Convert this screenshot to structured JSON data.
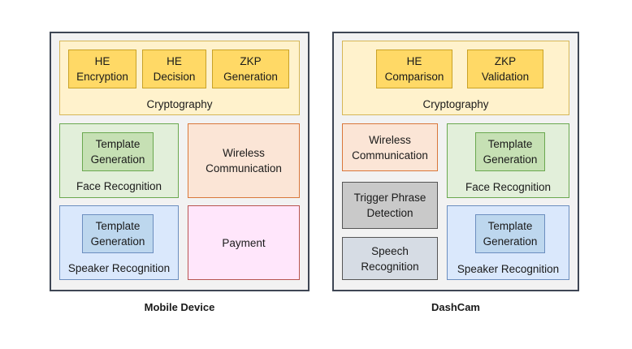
{
  "mobile": {
    "caption": "Mobile Device",
    "cryptography": {
      "label": "Cryptography",
      "items": [
        "HE\nEncryption",
        "HE\nDecision",
        "ZKP\nGeneration"
      ]
    },
    "face": {
      "label": "Face Recognition",
      "inner": "Template\nGeneration"
    },
    "wireless": "Wireless\nCommunication",
    "speaker": {
      "label": "Speaker Recognition",
      "inner": "Template\nGeneration"
    },
    "payment": "Payment"
  },
  "dashcam": {
    "caption": "DashCam",
    "cryptography": {
      "label": "Cryptography",
      "items": [
        "HE\nComparison",
        "ZKP\nValidation"
      ]
    },
    "wireless": "Wireless\nCommunication",
    "face": {
      "label": "Face Recognition",
      "inner": "Template\nGeneration"
    },
    "trigger": "Trigger Phrase\nDetection",
    "speech": "Speech\nRecognition",
    "speaker": {
      "label": "Speaker Recognition",
      "inner": "Template\nGeneration"
    }
  }
}
